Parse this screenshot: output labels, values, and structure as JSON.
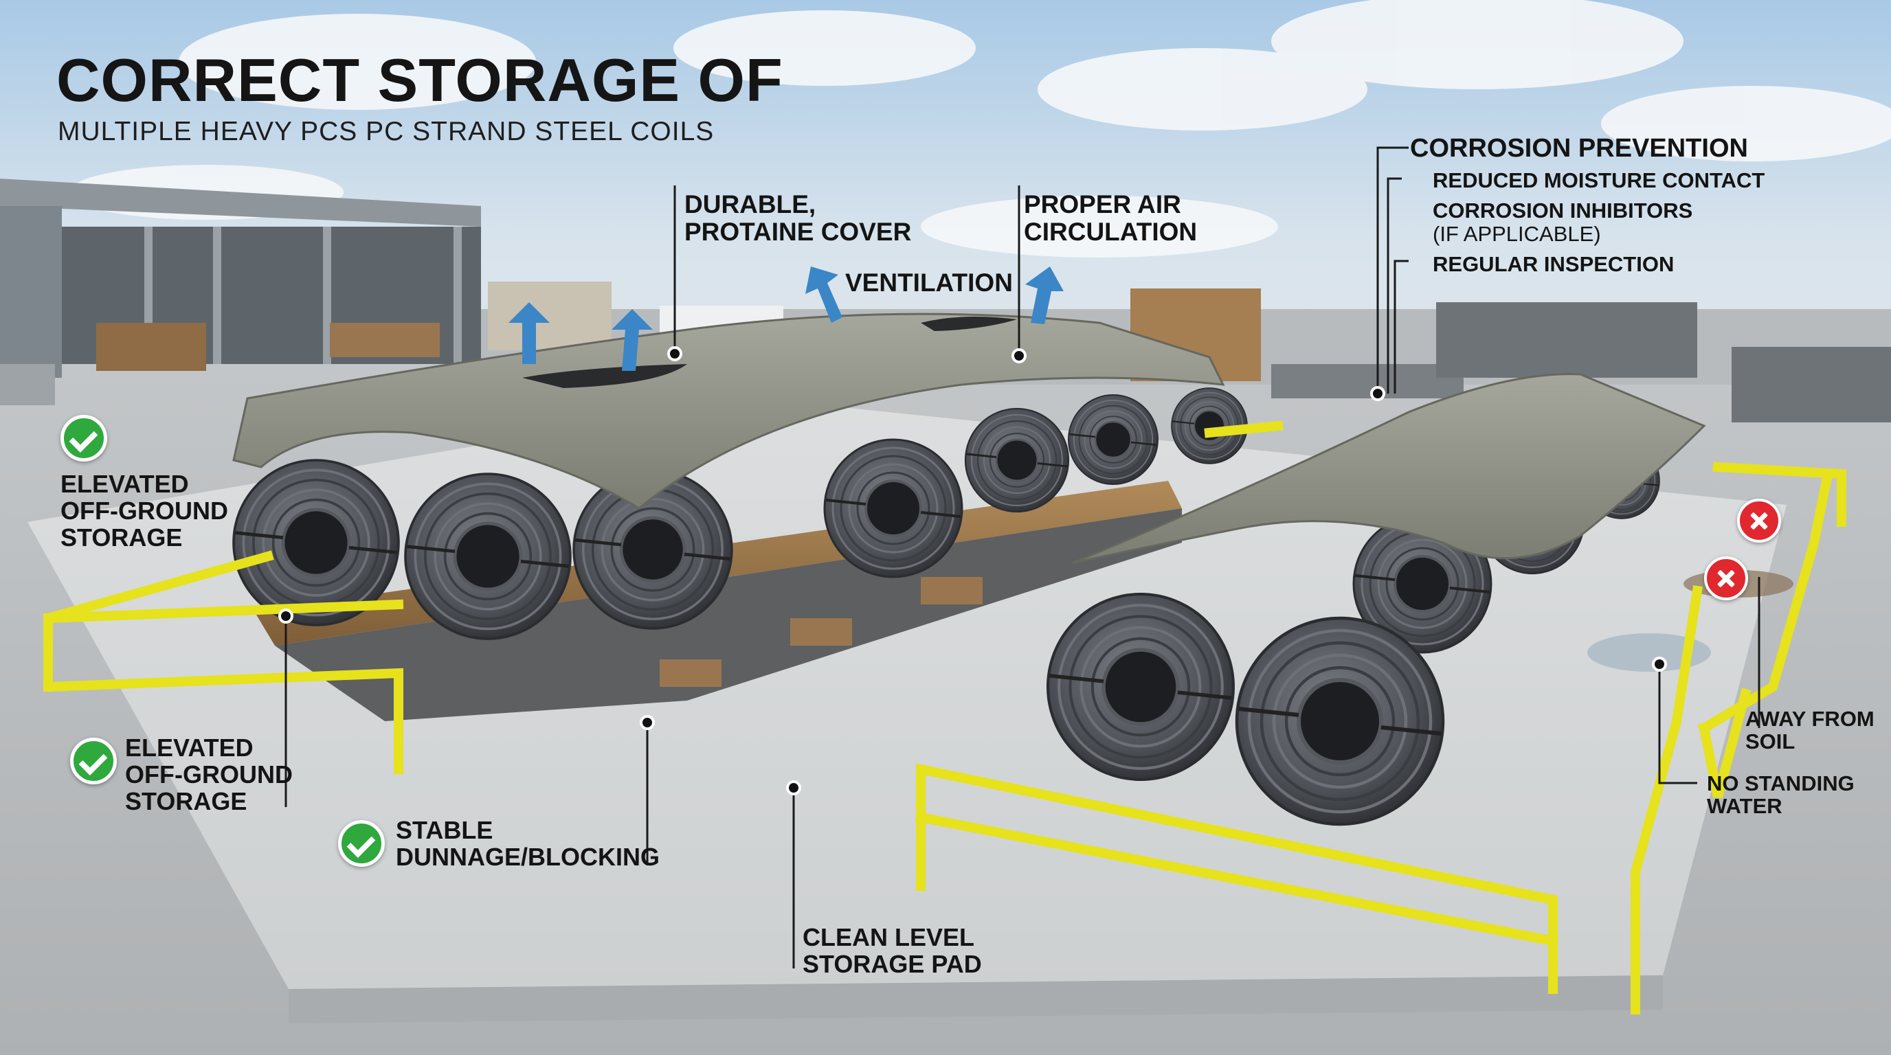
{
  "header": {
    "title": "CORRECT STORAGE OF",
    "subtitle": "MULTIPLE HEAVY PCS PC STRAND STEEL COILS"
  },
  "callouts": {
    "cover": [
      "DURABLE,",
      "PROTAINE COVER"
    ],
    "ventilation": "VENTILATION",
    "air": [
      "PROPER AIR",
      "CIRCULATION"
    ],
    "corrosion_title": "CORROSION PREVENTION",
    "corrosion_items": [
      "REDUCED MOISTURE CONTACT",
      "CORROSION INHIBITORS",
      "(IF APPLICABLE)",
      "REGULAR INSPECTION"
    ],
    "elevated_top": [
      "ELEVATED",
      "OFF-GROUND",
      "STORAGE"
    ],
    "elevated_bottom": [
      "ELEVATED",
      "OFF-GROUND",
      "STORAGE"
    ],
    "dunnage": [
      "STABLE",
      "DUNNAGE/BLOCKING"
    ],
    "pad": [
      "CLEAN LEVEL",
      "STORAGE PAD"
    ],
    "soil": [
      "AWAY FROM",
      "SOIL"
    ],
    "water": [
      "NO STANDING",
      "WATER"
    ]
  },
  "icons": {
    "good": "check-icon",
    "bad": "x-icon",
    "vent": "up-arrow-icon",
    "marker": "callout-dot-icon"
  },
  "colors": {
    "check": "#2fa83e",
    "x": "#e0282e",
    "barrier": "#e6e21c",
    "arrow": "#3b86c6",
    "tarp": "#8f9085",
    "steel": "#4a4d52"
  }
}
